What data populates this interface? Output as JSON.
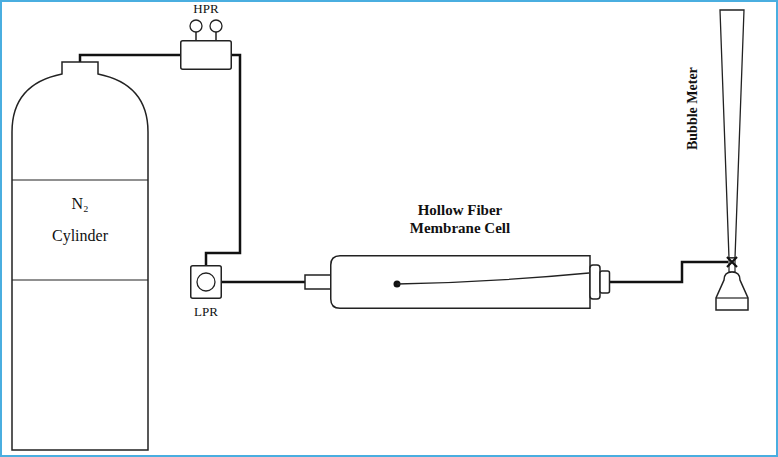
{
  "diagram": {
    "nodes": [
      {
        "text": [
          "N₂",
          "Cylinder"
        ]
      },
      {
        "text": [
          "HPR"
        ]
      },
      {
        "text": [
          "LPR"
        ]
      },
      {
        "text": [
          "Hollow Fiber Membrane Cell"
        ]
      },
      {
        "text": [
          "Bubble Meter"
        ]
      }
    ],
    "edges": [
      {
        "from": 0,
        "to": 1,
        "arrow": "none"
      },
      {
        "from": 1,
        "to": 2,
        "arrow": "none"
      },
      {
        "from": 2,
        "to": 3,
        "arrow": "none"
      },
      {
        "from": 3,
        "to": 4,
        "arrow": "none"
      }
    ]
  }
}
